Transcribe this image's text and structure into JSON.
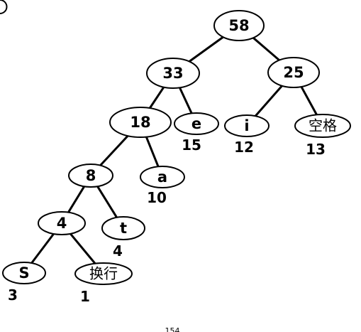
{
  "tree": {
    "nodes": [
      {
        "id": "n58",
        "label": "58"
      },
      {
        "id": "n33",
        "label": "33"
      },
      {
        "id": "n25",
        "label": "25"
      },
      {
        "id": "n18",
        "label": "18"
      },
      {
        "id": "e",
        "label": "e",
        "weight": "15"
      },
      {
        "id": "i",
        "label": "i",
        "weight": "12"
      },
      {
        "id": "space",
        "label": "空格",
        "weight": "13"
      },
      {
        "id": "n8",
        "label": "8"
      },
      {
        "id": "a",
        "label": "a",
        "weight": "10"
      },
      {
        "id": "n4",
        "label": "4"
      },
      {
        "id": "t",
        "label": "t",
        "weight": "4"
      },
      {
        "id": "s",
        "label": "S",
        "weight": "3"
      },
      {
        "id": "newline",
        "label": "换行",
        "weight": "1"
      }
    ],
    "edges": [
      [
        "n58",
        "n33"
      ],
      [
        "n58",
        "n25"
      ],
      [
        "n33",
        "n18"
      ],
      [
        "n33",
        "e"
      ],
      [
        "n25",
        "i"
      ],
      [
        "n25",
        "space"
      ],
      [
        "n18",
        "n8"
      ],
      [
        "n18",
        "a"
      ],
      [
        "n8",
        "n4"
      ],
      [
        "n8",
        "t"
      ],
      [
        "n4",
        "s"
      ],
      [
        "n4",
        "newline"
      ]
    ]
  },
  "page_number": "154"
}
